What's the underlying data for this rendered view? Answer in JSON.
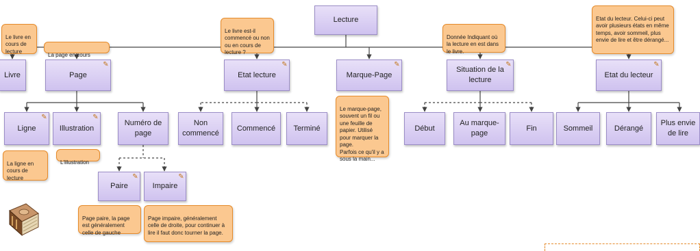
{
  "nodes": {
    "lecture": "Lecture",
    "livre": "Livre",
    "page": "Page",
    "etat_lecture": "Etat lecture",
    "marque_page": "Marque-Page",
    "situation": "Situation de la lecture",
    "etat_lecteur": "Etat du lecteur",
    "ligne": "Ligne",
    "illustration": "Illustration",
    "numero_page": "Numéro de page",
    "non_commence": "Non commencé",
    "commence": "Commencé",
    "termine": "Terminé",
    "debut": "Début",
    "au_marque_page": "Au marque-page",
    "fin": "Fin",
    "sommeil": "Sommeil",
    "derange": "Dérangé",
    "plus_envie": "Plus envie de lire",
    "paire": "Paire",
    "impaire": "Impaire"
  },
  "notes": {
    "livre": "Le livre en cours de lecture",
    "page": "La page en cours",
    "etat_lecture": "Le livre est-il commencé ou non ou en cours de lecture ?",
    "situation": "Donnée Indiquant où la lecture en est dans le livre.",
    "etat_lecteur": "Etat du lecteur. Celui-ci peut avoir plusieurs états en même temps, avoir sommeil, plus envie de lire et être dérangé...",
    "marque_page": "Le marque-page, souvent un fil ou une feuille de papier. Utilisé pour marquer la page.\nParfois ce qu'il y a sous la main...",
    "ligne": "La ligne en cours de lecture",
    "illustration": "L'illustration",
    "paire": "Page paire, la page est généralement celle de gauche",
    "impaire": "Page impaire, généralement celle de droite, pour continuer à lire il faut donc tourner la page."
  },
  "icons": {
    "edit": "pencil-icon",
    "book": "book-icon"
  },
  "colors": {
    "node_fill": "#cfc2ef",
    "node_border": "#9a8cc6",
    "note_fill": "#fbc890",
    "note_border": "#e58a2a",
    "connector": "#444444"
  }
}
